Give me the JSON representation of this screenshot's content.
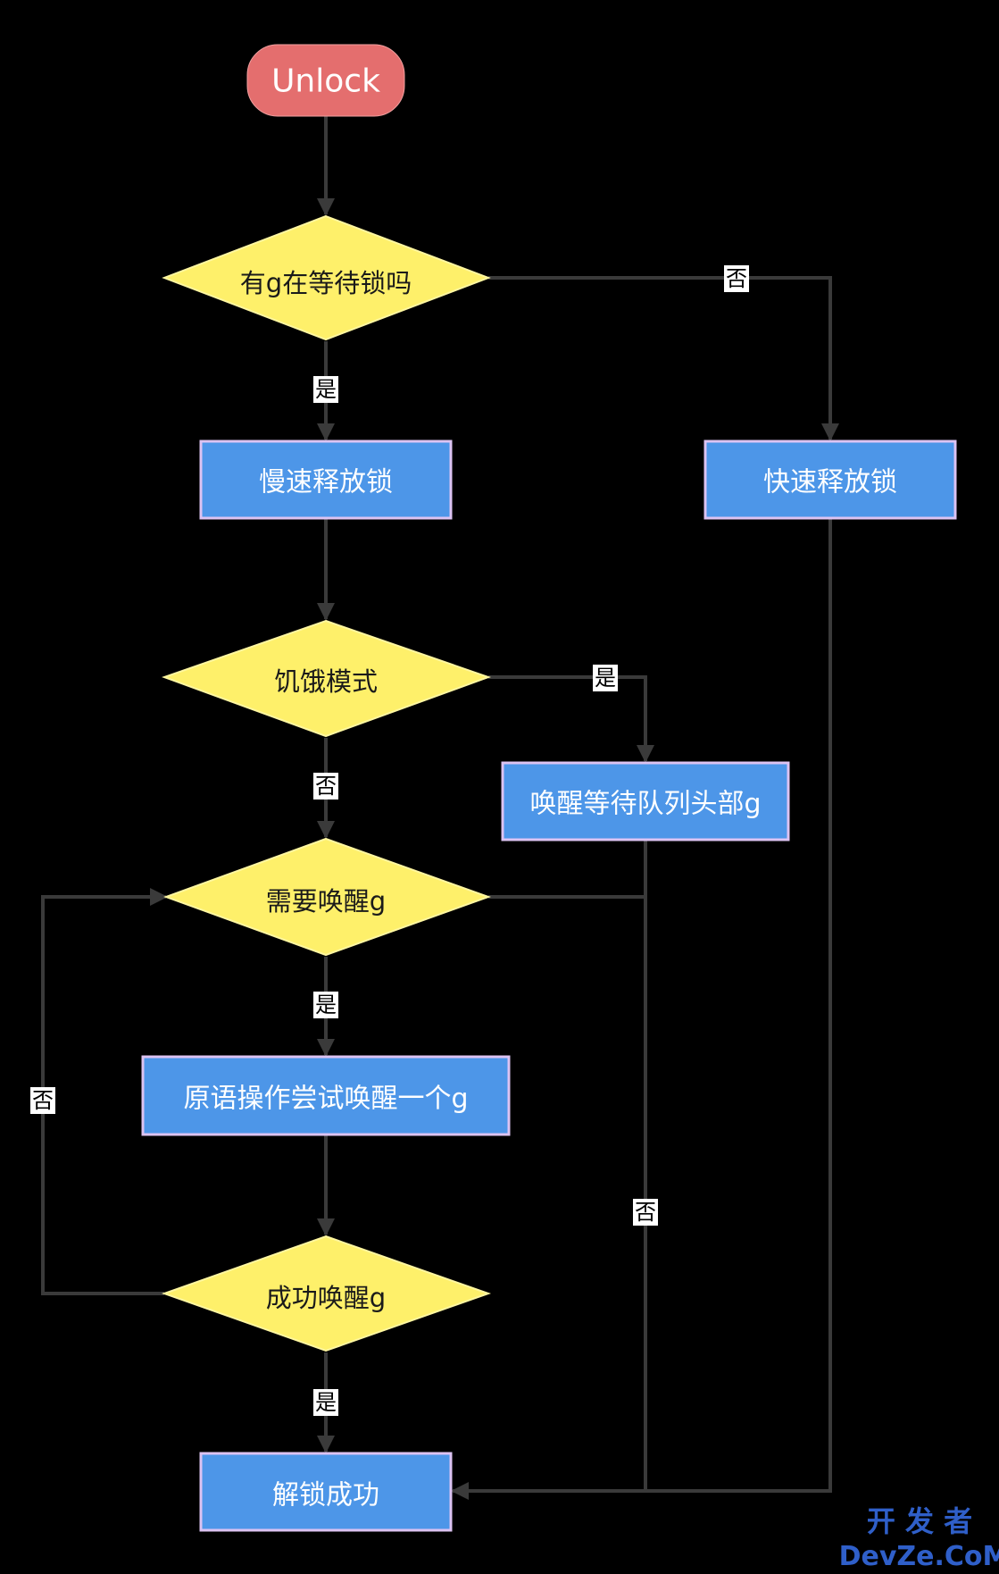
{
  "diagram": {
    "nodes": {
      "start": "Unlock",
      "d_waiting": "有g在等待锁吗",
      "slow_release": "慢速释放锁",
      "fast_release": "快速释放锁",
      "d_starving": "饥饿模式",
      "wake_head": "唤醒等待队列头部g",
      "d_need_wake": "需要唤醒g",
      "atomic_wake": "原语操作尝试唤醒一个g",
      "d_wake_ok": "成功唤醒g",
      "unlock_ok": "解锁成功"
    },
    "edges": {
      "waiting_yes": "是",
      "waiting_no": "否",
      "starving_yes": "是",
      "starving_no": "否",
      "need_wake_yes": "是",
      "need_wake_no": "否",
      "wake_ok_yes": "是",
      "wake_ok_no": "否"
    }
  },
  "watermark": {
    "top": "开 发 者",
    "bottom": "DevZe.CoM"
  },
  "colors": {
    "process": "#4d96e8",
    "decision": "#fef06a",
    "terminal": "#e46e6e",
    "edge": "#3a3a3a",
    "background": "#000000"
  }
}
